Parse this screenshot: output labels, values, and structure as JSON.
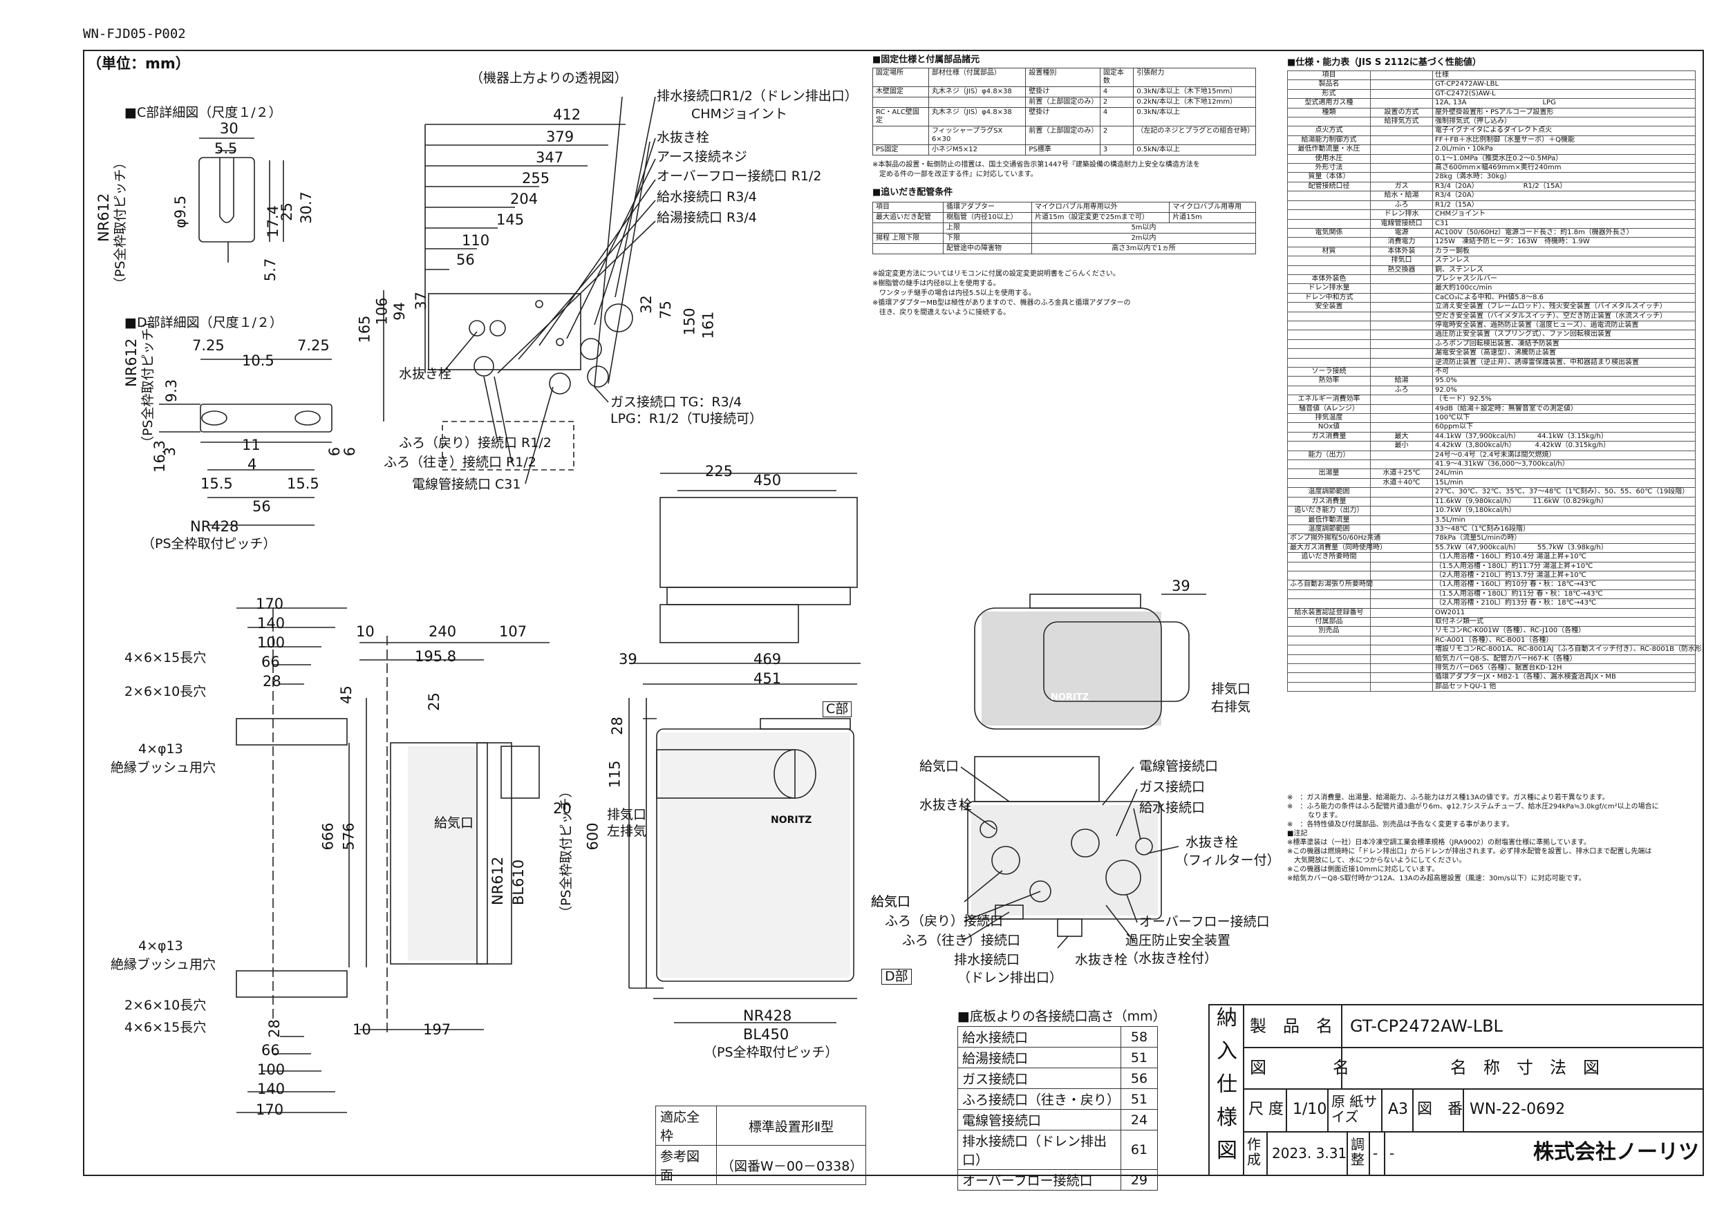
{
  "doc_code": "WN-FJD05-P002",
  "unit_label": "（単位：mm）",
  "top_view_caption": "（機器上方よりの透視図）",
  "c_detail_title": "■C部詳細図（尺度１/２）",
  "d_detail_title": "■D部詳細図（尺度１/２）",
  "c_detail_dims": {
    "w30": "30",
    "w55": "5.5",
    "phi95": "φ9.5",
    "h174": "17.4",
    "h25": "25",
    "h307": "30.7",
    "h57": "5.7",
    "nr612": "NR612",
    "ps_pitch_v": "（PS全枠取付ピッチ）"
  },
  "d_detail_dims": {
    "w725a": "7.25",
    "w105": "10.5",
    "w725b": "7.25",
    "h93": "9.3",
    "h163": "16.3",
    "h3": "3",
    "w11": "11",
    "w4": "4",
    "w155a": "15.5",
    "w155b": "15.5",
    "w56": "56",
    "h6a": "6",
    "h6b": "6",
    "nr612": "NR612",
    "ps_pitch_v": "（PS全枠取付ピッチ）",
    "nr428": "NR428",
    "ps_pitch_h": "（PS全枠取付ピッチ）"
  },
  "top_view_dims": [
    "412",
    "379",
    "347",
    "255",
    "204",
    "145",
    "110",
    "56"
  ],
  "top_view_vdims": {
    "h165": "165",
    "h106": "106",
    "h94": "94",
    "h37": "37",
    "h32": "32",
    "h75": "75",
    "h150": "150",
    "h161": "161"
  },
  "top_view_callouts": [
    "排水接続口R1/2（ドレン排出口）",
    "CHMジョイント",
    "水抜き栓",
    "アース接続ネジ",
    "オーバーフロー接続口 R1/2",
    "給水接続口 R3/4",
    "給湯接続口 R3/4"
  ],
  "top_view_callouts_bottom": {
    "drain_plug": "水抜き栓",
    "gas1": "ガス接続口 TG：R3/4",
    "gas2": "LPG：R1/2（TU接続可）",
    "bath_return": "ふろ（戻り）接続口 R1/2",
    "bath_go": "ふろ（往き）接続口 R1/2",
    "conduit": "電線管接続口 C31"
  },
  "bracket_left": {
    "w170": "170",
    "w140": "140",
    "w100": "100",
    "w66": "66",
    "w28": "28",
    "hole1": "4×6×15長穴",
    "hole2": "2×6×10長穴",
    "phi13": "4×φ13",
    "bush": "絶縁ブッシュ用穴"
  },
  "bracket_left_bottom": {
    "phi13": "4×φ13",
    "bush": "絶縁ブッシュ用穴",
    "hole2": "2×6×10長穴",
    "hole1": "4×6×15長穴",
    "w28": "28",
    "w66": "66",
    "w100": "100",
    "w140": "140",
    "w170": "170"
  },
  "side_view": {
    "w10": "10",
    "w240": "240",
    "w107": "107",
    "w1958": "195.8",
    "h45": "45",
    "h25": "25",
    "h666": "666",
    "h576": "576",
    "h20": "20",
    "air_in": "給気口",
    "nr612": "NR612",
    "bl610": "BL610",
    "ps_pitch": "（PS全枠取付ピッチ）",
    "b10": "10",
    "b197": "197"
  },
  "front_view": {
    "w39": "39",
    "w469": "469",
    "w451": "451",
    "h28": "28",
    "h115": "115",
    "h600": "600",
    "exhaust": "排気口",
    "exhaust_left": "左排気",
    "c_part": "C部",
    "d_part": "D部",
    "air_in": "給気口",
    "nr428": "NR428",
    "bl450": "BL450",
    "ps_pitch": "（PS全枠取付ピッチ）",
    "brand": "NORITZ"
  },
  "top_unit": {
    "w450": "450",
    "w225": "225"
  },
  "right_view": {
    "w39": "39",
    "exhaust": "排気口",
    "exhaust_right": "右排気",
    "brand": "NORITZ"
  },
  "bottom_view_labels": {
    "air_in": "給気口",
    "drain_plug": "水抜き栓",
    "conduit": "電線管接続口",
    "gas": "ガス接続口",
    "water": "給水接続口",
    "drain_plug2": "水抜き栓",
    "filter": "（フィルター付）",
    "air_in2": "給気口",
    "bath_return": "ふろ（戻り）接続口",
    "bath_go": "ふろ（往き）接続口",
    "drain": "排水接続口",
    "drain2": "（ドレン排出口）",
    "drain_plug3": "水抜き栓",
    "overflow": "オーバーフロー接続口",
    "relief1": "過圧防止安全装置",
    "relief2": "（水抜き栓付）"
  },
  "fixing_table": {
    "title": "■固定仕様と付属部品諸元",
    "head": [
      "固定場所",
      "部材仕様（付属部品）",
      "設置種別",
      "固定本数",
      "引張耐力"
    ],
    "rows": [
      [
        "木壁固定",
        "丸木ネジ（JIS）φ4.8×38",
        "壁掛け",
        "4",
        "0.3kN/本以上（木下地15mm）"
      ],
      [
        "",
        "",
        "前置（上部固定のみ）",
        "2",
        "0.2kN/本以上（木下地12mm）"
      ],
      [
        "RC・ALC壁固定",
        "丸木ネジ（JIS）φ4.8×38",
        "壁掛け",
        "4",
        "0.3kN/本以上"
      ],
      [
        "",
        "フィッシャープラグSX 6×30",
        "前置（上部固定のみ）",
        "2",
        "（左記のネジとプラグとの組合せ時）"
      ],
      [
        "PS固定",
        "小ネジM5×12",
        "PS標準",
        "3",
        "0.5kN/本以上"
      ]
    ],
    "note1": "※本製品の設置・転倒防止の措置は、国土交通省告示第1447号『建築設備の構造耐力上安全な構造方法を",
    "note2": "　定める件の一部を改正する件』に対応しています。"
  },
  "reheat_table": {
    "title": "■追いだき配管条件",
    "head": [
      "項目",
      "循環アダプター",
      "マイクロバブル用専用以外",
      "マイクロバブル用専用"
    ],
    "rows": [
      [
        "最大追いだき配管",
        "樹脂管（内径10以上）",
        "片道15m（設定変更で25mまで可）",
        "片道15m"
      ],
      [
        "",
        "上限",
        "5m以内",
        ""
      ],
      [
        "揚程 上限下限",
        "下限",
        "2m以内",
        ""
      ],
      [
        "",
        "配管途中の障害物",
        "高さ3m以内で1ヵ所",
        ""
      ]
    ],
    "notes": [
      "※設定変更方法についてはリモコンに付属の設定変更説明書をごらんください。",
      "※樹脂管の継手は内径8以上を使用する。",
      "　ワンタッチ継手の場合は内径5.5以上を使用する。",
      "※循環アダプターMB型は極性がありますので、機器のふろ金具と循環アダプターの",
      "　往き、戻りを間違えないように接続する。"
    ]
  },
  "spec_table": {
    "title": "■仕様・能力表（JIS S 2112に基づく性能値）",
    "rows": [
      [
        "項目",
        "",
        "仕様"
      ],
      [
        "製品名",
        "",
        "GT-CP2472AW-LBL"
      ],
      [
        "形式",
        "",
        "GT-C2472(S)AW-L"
      ],
      [
        "型式適用ガス種",
        "",
        "12A, 13A　　　　　　　　　　　LPG"
      ],
      [
        "種類",
        "設置の方式",
        "屋外壁掛設置形・PSアルコーブ設置形"
      ],
      [
        "",
        "給排気方式",
        "強制排気式（押し込み）"
      ],
      [
        "点火方式",
        "",
        "電子イグナイタによるダイレクト点火"
      ],
      [
        "給湯能力制御方式",
        "",
        "FF＋FB＋水比例制御（水量サーボ）＋Q機能"
      ],
      [
        "最低作動流量・水圧",
        "",
        "2.0L/min・10kPa"
      ],
      [
        "使用水圧",
        "",
        "0.1～1.0MPa（推奨水圧0.2～0.5MPa）"
      ],
      [
        "外形寸法",
        "",
        "高さ600mm×幅469mm×奥行240mm"
      ],
      [
        "質量（本体）",
        "",
        "28kg（満水時：30kg）"
      ],
      [
        "配管接続口径",
        "ガス",
        "R3/4（20A）　　　　　　　R1/2（15A）"
      ],
      [
        "",
        "給水・給湯",
        "R3/4（20A）"
      ],
      [
        "",
        "ふろ",
        "R1/2（15A）"
      ],
      [
        "",
        "ドレン排水",
        "CHMジョイント"
      ],
      [
        "",
        "電線管接続口",
        "C31"
      ],
      [
        "電気関係",
        "電源",
        "AC100V（50/60Hz）電源コード長さ：約1.8m（機器外長さ）"
      ],
      [
        "",
        "消費電力",
        "125W　凍結予防ヒータ：163W　待機時：1.9W"
      ],
      [
        "材質",
        "本体外装",
        "カラー鋼板"
      ],
      [
        "",
        "排気口",
        "ステンレス"
      ],
      [
        "",
        "熱交換器",
        "銅、ステンレス"
      ],
      [
        "本体外装色",
        "",
        "プレシャスシルバー"
      ],
      [
        "ドレン排水量",
        "",
        "最大約100cc/min"
      ],
      [
        "ドレン中和方式",
        "",
        "CaCO₃による中和、PH値5.8～8.6"
      ],
      [
        "安全装置",
        "",
        "立消え安全装置（フレームロッド）、残火安全装置（バイメタルスイッチ）"
      ],
      [
        "",
        "",
        "空だき安全装置（バイメタルスイッチ）、空だき防止装置（水流スイッチ）"
      ],
      [
        "",
        "",
        "停電時安全装置、過熱防止装置（温度ヒューズ）、過電流防止装置"
      ],
      [
        "",
        "",
        "過圧防止安全装置（スプリング式）、ファン回転検出装置"
      ],
      [
        "",
        "",
        "ふろポンプ回転検出装置、凍結予防装置"
      ],
      [
        "",
        "",
        "漏電安全装置（高速型）、沸騰防止装置"
      ],
      [
        "",
        "",
        "逆流防止装置（逆止弁）、誘導雷保護装置、中和器詰まり検出装置"
      ],
      [
        "ソーラ接続",
        "",
        "不可"
      ],
      [
        "熱効率",
        "給湯",
        "95.0%"
      ],
      [
        "",
        "ふろ",
        "92.0%"
      ],
      [
        "エネルギー消費効率",
        "",
        "（モード）92.5%"
      ],
      [
        "騒音値（Aレンジ）",
        "",
        "49dB（給湯＋設定時：無響音室での測定値）"
      ],
      [
        "排気温度",
        "",
        "100℃以下"
      ],
      [
        "NOx値",
        "",
        "60ppm以下"
      ],
      [
        "ガス消費量",
        "最大",
        "44.1kW（37,900kcal/h）　　　44.1kW（3.15kg/h）"
      ],
      [
        "",
        "最小",
        "4.42kW（3,800kcal/h）　　　 4.42kW（0.315kg/h）"
      ],
      [
        "能力（出力）",
        "",
        "24号～0.4号（2.4号未満は間欠燃焼）"
      ],
      [
        "",
        "",
        "41.9～4.31kW（36,000～3,700kcal/h）"
      ],
      [
        "出湯量",
        "水道＋25℃",
        "24L/min"
      ],
      [
        "",
        "水道＋40℃",
        "15L/min"
      ],
      [
        "温度調節範囲",
        "",
        "27℃、30℃、32℃、35℃、37～48℃（1℃刻み）、50、55、60℃（19段階）"
      ],
      [
        "ガス消費量",
        "",
        "11.6kW（9,980kcal/h）　　　11.6kW（0.829kg/h）"
      ],
      [
        "追いだき能力（出力）",
        "",
        "10.7kW（9,180kcal/h）"
      ],
      [
        "最低作動流量",
        "",
        "3.5L/min"
      ],
      [
        "温度調節範囲",
        "",
        "33～48℃（1℃刻み16段階）"
      ],
      [
        "ポンプ揚外揚程50/60Hz共通",
        "",
        "78kPa（流量5L/minの時）"
      ],
      [
        "最大ガス消費量（同時使用時）",
        "",
        "55.7kW（47,900kcal/h）　　　55.7kW（3.98kg/h）"
      ],
      [
        "追いだき所要時間",
        "",
        "（1人用浴槽・160L）約10.4分 湯温上昇+10℃"
      ],
      [
        "",
        "",
        "（1.5人用浴槽・180L）約11.7分 湯温上昇+10℃"
      ],
      [
        "",
        "",
        "（2人用浴槽・210L）約13.7分 湯温上昇+10℃"
      ],
      [
        "ふろ自動お湯張り所要時間",
        "",
        "（1人用浴槽・160L）約10分 春・秋：18℃→43℃"
      ],
      [
        "",
        "",
        "（1.5人用浴槽・180L）約11分 春・秋：18℃→43℃"
      ],
      [
        "",
        "",
        "（2人用浴槽・210L）約13分 春・秋：18℃→43℃"
      ],
      [
        "給水装置認証登録番号",
        "",
        "OW2011"
      ],
      [
        "付属部品",
        "",
        "取付ネジ類一式"
      ],
      [
        "別売品",
        "",
        "リモコンRC-K001W（各種）、RC-J100（各種）"
      ],
      [
        "",
        "",
        "RC-A001（各種）、RC-B001（各種）"
      ],
      [
        "",
        "",
        "増設リモコンRC-8001A、RC-8001AJ（ふろ自動スイッチ付き）、RC-8001B（防水形）"
      ],
      [
        "",
        "",
        "給気カバーQ8-S、配管カバーH67-K（各種）"
      ],
      [
        "",
        "",
        "排気カバーD65（各種）、据置台KD-12H"
      ],
      [
        "",
        "",
        "循環アダプターJX・MB2-1（各種）、漏水検査治具JX・MB"
      ],
      [
        "",
        "",
        "部品セットQU-1 他"
      ]
    ],
    "notes": [
      "※　：ガス消費量、出湯量、給湯能力、ふろ能力はガス種13Aの値です。ガス種により若干異なります。",
      "※　：ふろ能力の条件はふろ配管片道3曲がり6m、φ12.7システムチューブ、給水圧294kPa≒3.0kgf/cm²以上の場合に",
      "　　　なります。",
      "※　：各特性値及び付属部品、別売品は予告なく変更する事があります。",
      "■注記",
      "※標準塗装は（一社）日本冷凍空調工業会標準規格（JRA9002）の耐塩害仕様に準拠しています。",
      "※この機器は燃焼時に「ドレン排出口」からドレンが排出されます。必ず排水配管を設置し、排水口まで配置し先端は",
      "　大気開放にして、水につからないようにしてください。",
      "※この機器は側面近接10mmに対応しています。",
      "※給気カバーQ8-S取付時かつ12A、13Aのみ超高層設置（風速：30m/s以下）に対応可能です。"
    ]
  },
  "height_table": {
    "title": "■底板よりの各接続口高さ（mm）",
    "rows": [
      [
        "給水接続口",
        "58"
      ],
      [
        "給湯接続口",
        "51"
      ],
      [
        "ガス接続口",
        "56"
      ],
      [
        "ふろ接続口（往き・戻り）",
        "51"
      ],
      [
        "電線管接続口",
        "24"
      ],
      [
        "排水接続口（ドレン排出口）",
        "61"
      ],
      [
        "オーバーフロー接続口",
        "29"
      ]
    ]
  },
  "frame_table": {
    "c1": "適応全枠",
    "c2": "標準設置形Ⅱ型",
    "c3": "参考図面",
    "c4": "（図番W－00－0338）"
  },
  "title_block": {
    "side": [
      "納",
      "入",
      "仕",
      "様",
      "図"
    ],
    "product_label": "製　品　名",
    "product": "GT-CP2472AW-LBL",
    "drawing_label": "図　　　　名",
    "drawing": "名　称　寸　法　図",
    "scale_label": "尺 度",
    "scale": "1/10",
    "paper_label": "原 紙サイズ",
    "paper": "A3",
    "number_label": "図　番",
    "number": "WN-22-0692",
    "made_label": "作成",
    "made": "2023. 3.31",
    "adj_label": "調整",
    "adj1": "-",
    "adj2": "-",
    "company": "株式会社ノーリツ"
  }
}
